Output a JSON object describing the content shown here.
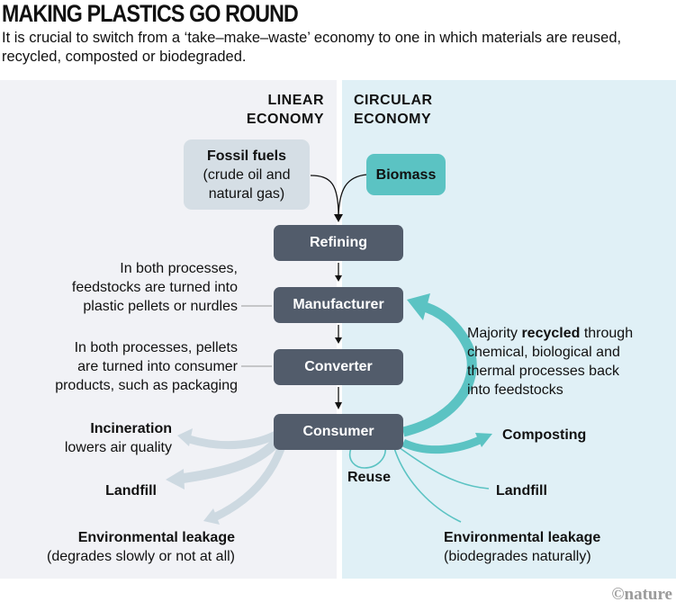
{
  "title": "MAKING PLASTICS GO ROUND",
  "subtitle": "It is crucial to switch from a ‘take–make–waste’ economy to one in which materials are reused, recycled, composted or biodegraded.",
  "headings": {
    "linear_line1": "LINEAR",
    "linear_line2": "ECONOMY",
    "circular_line1": "CIRCULAR",
    "circular_line2": "ECONOMY"
  },
  "sources": {
    "fossil_title": "Fossil fuels",
    "fossil_line1": "(crude oil and",
    "fossil_line2": "natural gas)",
    "biomass": "Biomass"
  },
  "stages": [
    "Refining",
    "Manufacturer",
    "Converter",
    "Consumer"
  ],
  "notes": {
    "manufacturer": [
      "In both processes,",
      "feedstocks are turned into",
      "plastic pellets or nurdles"
    ],
    "converter": [
      "In both processes, pellets",
      "are turned into consumer",
      "products, such as packaging"
    ],
    "recycled_pre": "Majority ",
    "recycled_bold": "recycled",
    "recycled_post": " through",
    "recycled_rest": [
      "chemical, biological and",
      "thermal processes back",
      "into feedstocks"
    ]
  },
  "linear_outcomes": {
    "incineration_title": "Incineration",
    "incineration_sub": "lowers air quality",
    "landfill": "Landfill",
    "leakage_title": "Environmental leakage",
    "leakage_sub": "(degrades slowly or not at all)"
  },
  "circular_outcomes": {
    "reuse": "Reuse",
    "composting": "Composting",
    "landfill": "Landfill",
    "leakage_title": "Environmental leakage",
    "leakage_sub": "(biodegrades naturally)"
  },
  "colors": {
    "box": "#525c6b",
    "teal": "#5bc3c3",
    "linear_flow": "#cdd9e1",
    "fossil_box": "#d5dee5",
    "left_panel": "#f1f2f6",
    "right_panel": "#e0f0f6"
  },
  "credit": "©nature"
}
